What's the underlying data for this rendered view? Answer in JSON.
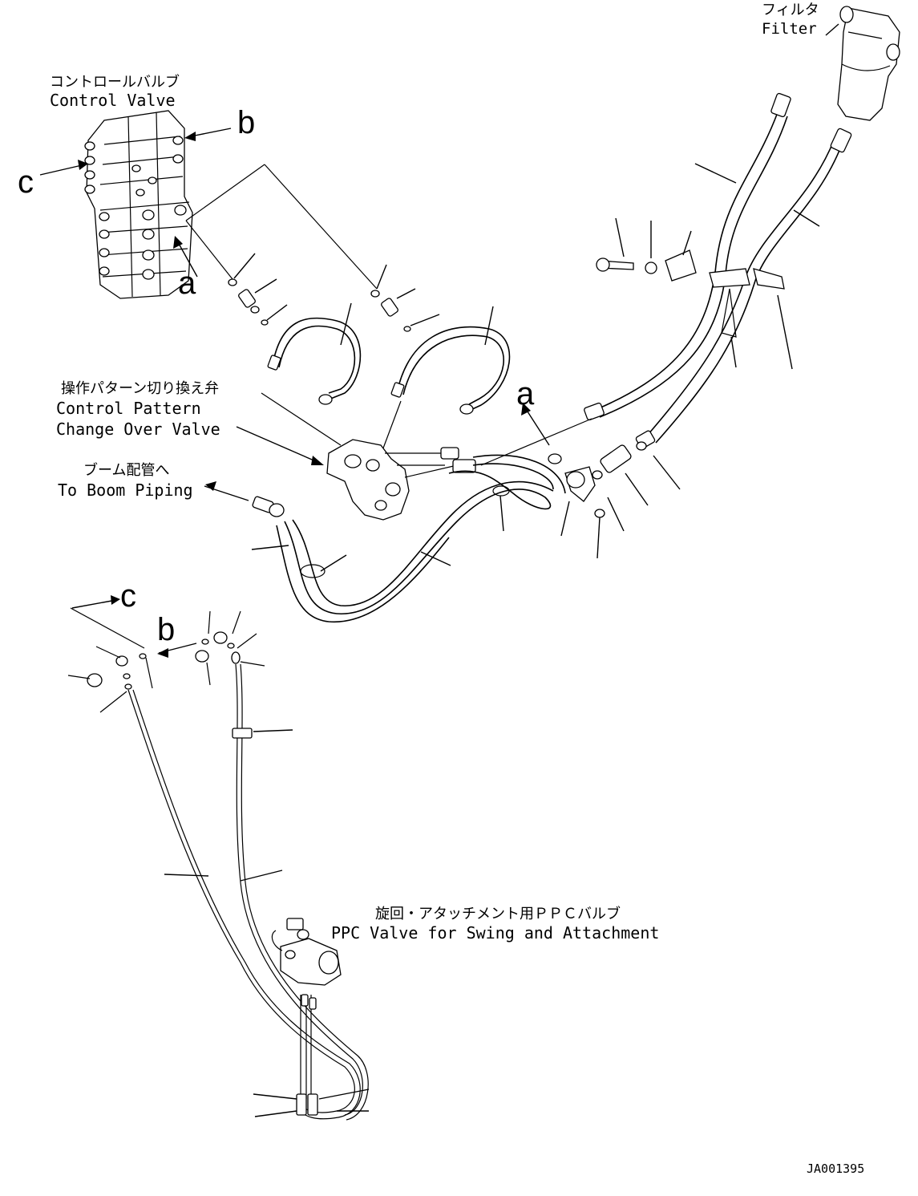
{
  "labels": {
    "filter_jp": "フィルタ",
    "filter_en": "Filter",
    "control_valve_jp": "コントロールバルブ",
    "control_valve_en": "Control Valve",
    "cpcv_jp": "操作パターン切り換え弁",
    "cpcv_en_1": "Control Pattern",
    "cpcv_en_2": "Change Over Valve",
    "boom_jp": "ブーム配管へ",
    "boom_en": "To Boom Piping",
    "ppc_jp": "旋回・アタッチメント用ＰＰＣバルブ",
    "ppc_en": "PPC Valve for Swing and Attachment"
  },
  "view_markers": {
    "a": "a",
    "b": "b",
    "c": "c"
  },
  "drawing_number": "JA001395"
}
